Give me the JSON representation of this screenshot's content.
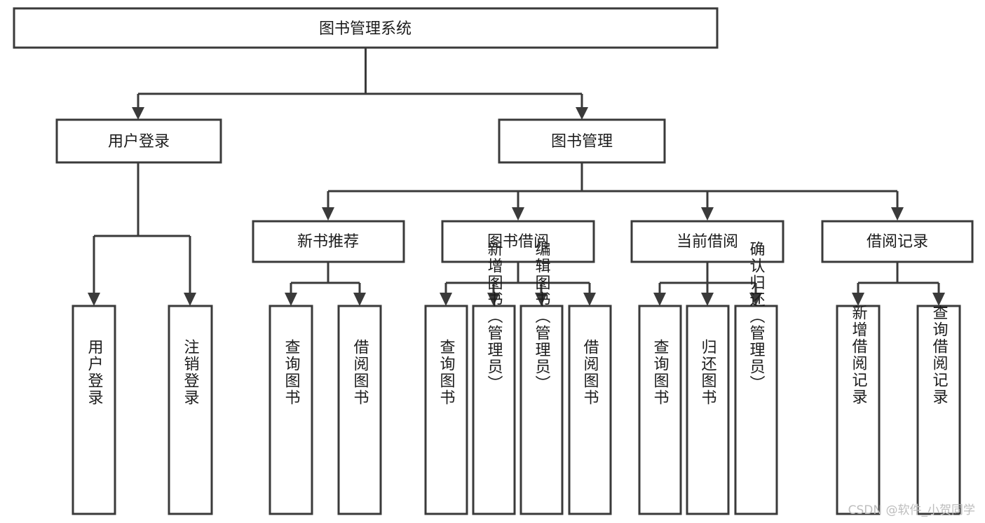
{
  "diagram": {
    "title": "图书管理系统",
    "watermark": "CSDN @软件_小贺同学",
    "colors": {
      "stroke": "#3a3a3a",
      "box_fill": "#ffffff",
      "text": "#1c1c1c",
      "background": "#ffffff",
      "watermark": "#bdbdbd"
    },
    "root": {
      "label": "图书管理系统"
    },
    "level2": [
      {
        "label": "用户登录"
      },
      {
        "label": "图书管理"
      }
    ],
    "level3": [
      {
        "label": "新书推荐"
      },
      {
        "label": "图书借阅"
      },
      {
        "label": "当前借阅"
      },
      {
        "label": "借阅记录"
      }
    ],
    "leaves": {
      "user_login": [
        {
          "label": "用户登录"
        },
        {
          "label": "注销登录"
        }
      ],
      "new_book": [
        {
          "label": "查询图书"
        },
        {
          "label": "借阅图书"
        }
      ],
      "book_borrow": [
        {
          "label": "查询图书"
        },
        {
          "label": "新增图书（管理员）"
        },
        {
          "label": "编辑图书（管理员）"
        },
        {
          "label": "借阅图书"
        }
      ],
      "current_borrow": [
        {
          "label": "查询图书"
        },
        {
          "label": "归还图书"
        },
        {
          "label": "确认归还（管理员）"
        }
      ],
      "borrow_record": [
        {
          "label": "新增借阅记录"
        },
        {
          "label": "查询借阅记录"
        }
      ]
    }
  }
}
